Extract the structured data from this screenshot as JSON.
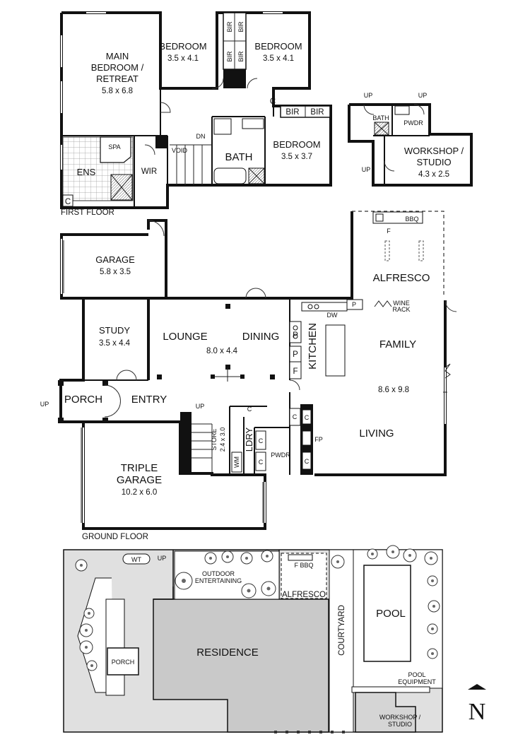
{
  "first_floor": {
    "level_label": "FIRST FLOOR",
    "main_bedroom": {
      "name_line1": "MAIN",
      "name_line2": "BEDROOM /",
      "name_line3": "RETREAT",
      "dims": "5.8 x 6.8"
    },
    "bedroom_2": {
      "name": "BEDROOM",
      "dims": "3.5 x 4.1"
    },
    "bedroom_3": {
      "name": "BEDROOM",
      "dims": "3.5 x 4.1"
    },
    "bedroom_4": {
      "name": "BEDROOM",
      "dims": "3.5 x 3.7"
    },
    "bir": "BIR",
    "c": "C",
    "ens": "ENS",
    "spa": "SPA",
    "wir": "WIR",
    "void": "VOID",
    "dn": "DN",
    "bath": "BATH"
  },
  "studio": {
    "up": "UP",
    "bath": "BATH",
    "pwdr": "PWDR",
    "name_line1": "WORKSHOP /",
    "name_line2": "STUDIO",
    "dims": "4.3 x 2.5"
  },
  "ground_floor": {
    "level_label": "GROUND FLOOR",
    "garage": {
      "name": "GARAGE",
      "dims": "5.8 x 3.5"
    },
    "alfresco": "ALFRESCO",
    "f": "F",
    "bbq": "BBQ",
    "p": "P",
    "dw": "DW",
    "wine_rack_line1": "WINE",
    "wine_rack_line2": "RACK",
    "study": {
      "name": "STUDY",
      "dims": "3.5 x 4.4"
    },
    "lounge": "LOUNGE",
    "dining": "DINING",
    "lounge_dining_dims": "8.0 x 4.4",
    "kitchen": "KITCHEN",
    "family": "FAMILY",
    "family_living_dims": "8.6 x 9.8",
    "porch": "PORCH",
    "entry": "ENTRY",
    "up": "UP",
    "store": "STORE",
    "store_dims": "2.4 x 3.0",
    "ldry": "LDRY",
    "wm": "WM",
    "pwdr": "PWDR",
    "fp": "FP",
    "living": "LIVING",
    "triple_garage": {
      "name_line1": "TRIPLE",
      "name_line2": "GARAGE",
      "dims": "10.2 x 6.0"
    }
  },
  "site_plan": {
    "wt": "WT",
    "up": "UP",
    "outdoor_line1": "OUTDOOR",
    "outdoor_line2": "ENTERTAINING",
    "f_bbq": "F  BBQ",
    "alfresco": "ALFRESCO",
    "pool": "POOL",
    "courtyard": "COURTYARD",
    "residence": "RESIDENCE",
    "porch": "PORCH",
    "pool_equipment_line1": "POOL",
    "pool_equipment_line2": "EQUIPMENT",
    "workshop_line1": "WORKSHOP /",
    "workshop_line2": "STUDIO"
  },
  "compass": {
    "label": "N"
  }
}
